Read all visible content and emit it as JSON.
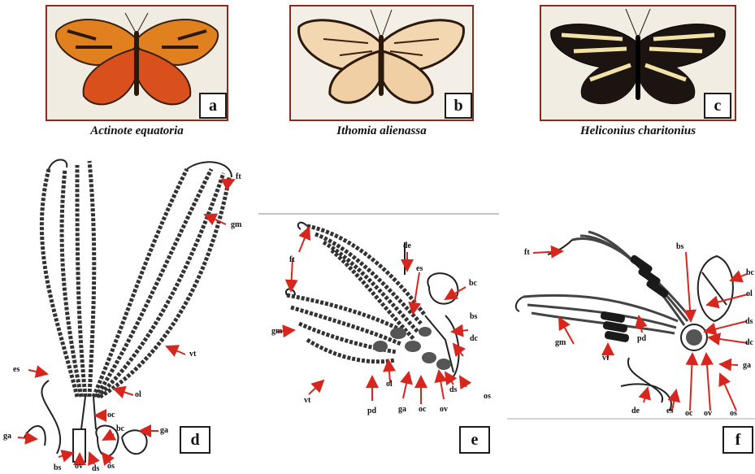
{
  "figure": {
    "panels": [
      {
        "id": "a",
        "species": "Actinote equatoria"
      },
      {
        "id": "b",
        "species": "Ithomia alienassa"
      },
      {
        "id": "c",
        "species": "Heliconius charitonius"
      },
      {
        "id": "d"
      },
      {
        "id": "e"
      },
      {
        "id": "f"
      }
    ],
    "labels_d": [
      "ft",
      "gm",
      "vt",
      "ol",
      "oc",
      "bc",
      "es",
      "ga",
      "ga",
      "bs",
      "ov",
      "ds",
      "os"
    ],
    "labels_e": [
      "ft",
      "gm",
      "de",
      "es",
      "bc",
      "bs",
      "dc",
      "vt",
      "pd",
      "ol",
      "ga",
      "oc",
      "ov",
      "ds",
      "os"
    ],
    "labels_f": [
      "ft",
      "bs",
      "bc",
      "ol",
      "gm",
      "vt",
      "pd",
      "ds",
      "dc",
      "ga",
      "de",
      "es",
      "oc",
      "ov",
      "os"
    ],
    "colors": {
      "arrow": "#d7261e",
      "frame": "#8b2a1f"
    }
  }
}
